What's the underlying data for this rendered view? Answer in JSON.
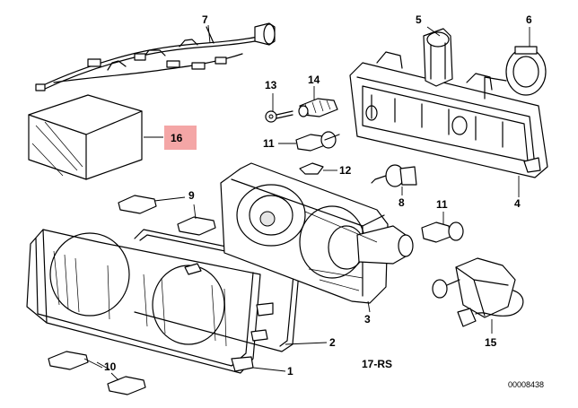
{
  "callouts": [
    {
      "id": "1",
      "label": "1"
    },
    {
      "id": "2",
      "label": "2"
    },
    {
      "id": "3",
      "label": "3"
    },
    {
      "id": "4",
      "label": "4"
    },
    {
      "id": "5",
      "label": "5"
    },
    {
      "id": "6",
      "label": "6"
    },
    {
      "id": "7",
      "label": "7"
    },
    {
      "id": "8",
      "label": "8"
    },
    {
      "id": "9",
      "label": "9"
    },
    {
      "id": "10",
      "label": "10"
    },
    {
      "id": "11a",
      "label": "11"
    },
    {
      "id": "11b",
      "label": "11"
    },
    {
      "id": "12",
      "label": "12"
    },
    {
      "id": "13",
      "label": "13"
    },
    {
      "id": "14",
      "label": "14"
    },
    {
      "id": "15",
      "label": "15"
    },
    {
      "id": "16",
      "label": "16",
      "highlighted": true
    }
  ],
  "group_label": "17-RS",
  "catalog_number": "00008438",
  "colors": {
    "highlight": "#f4a6a6",
    "line": "#000000",
    "background": "#ffffff"
  }
}
